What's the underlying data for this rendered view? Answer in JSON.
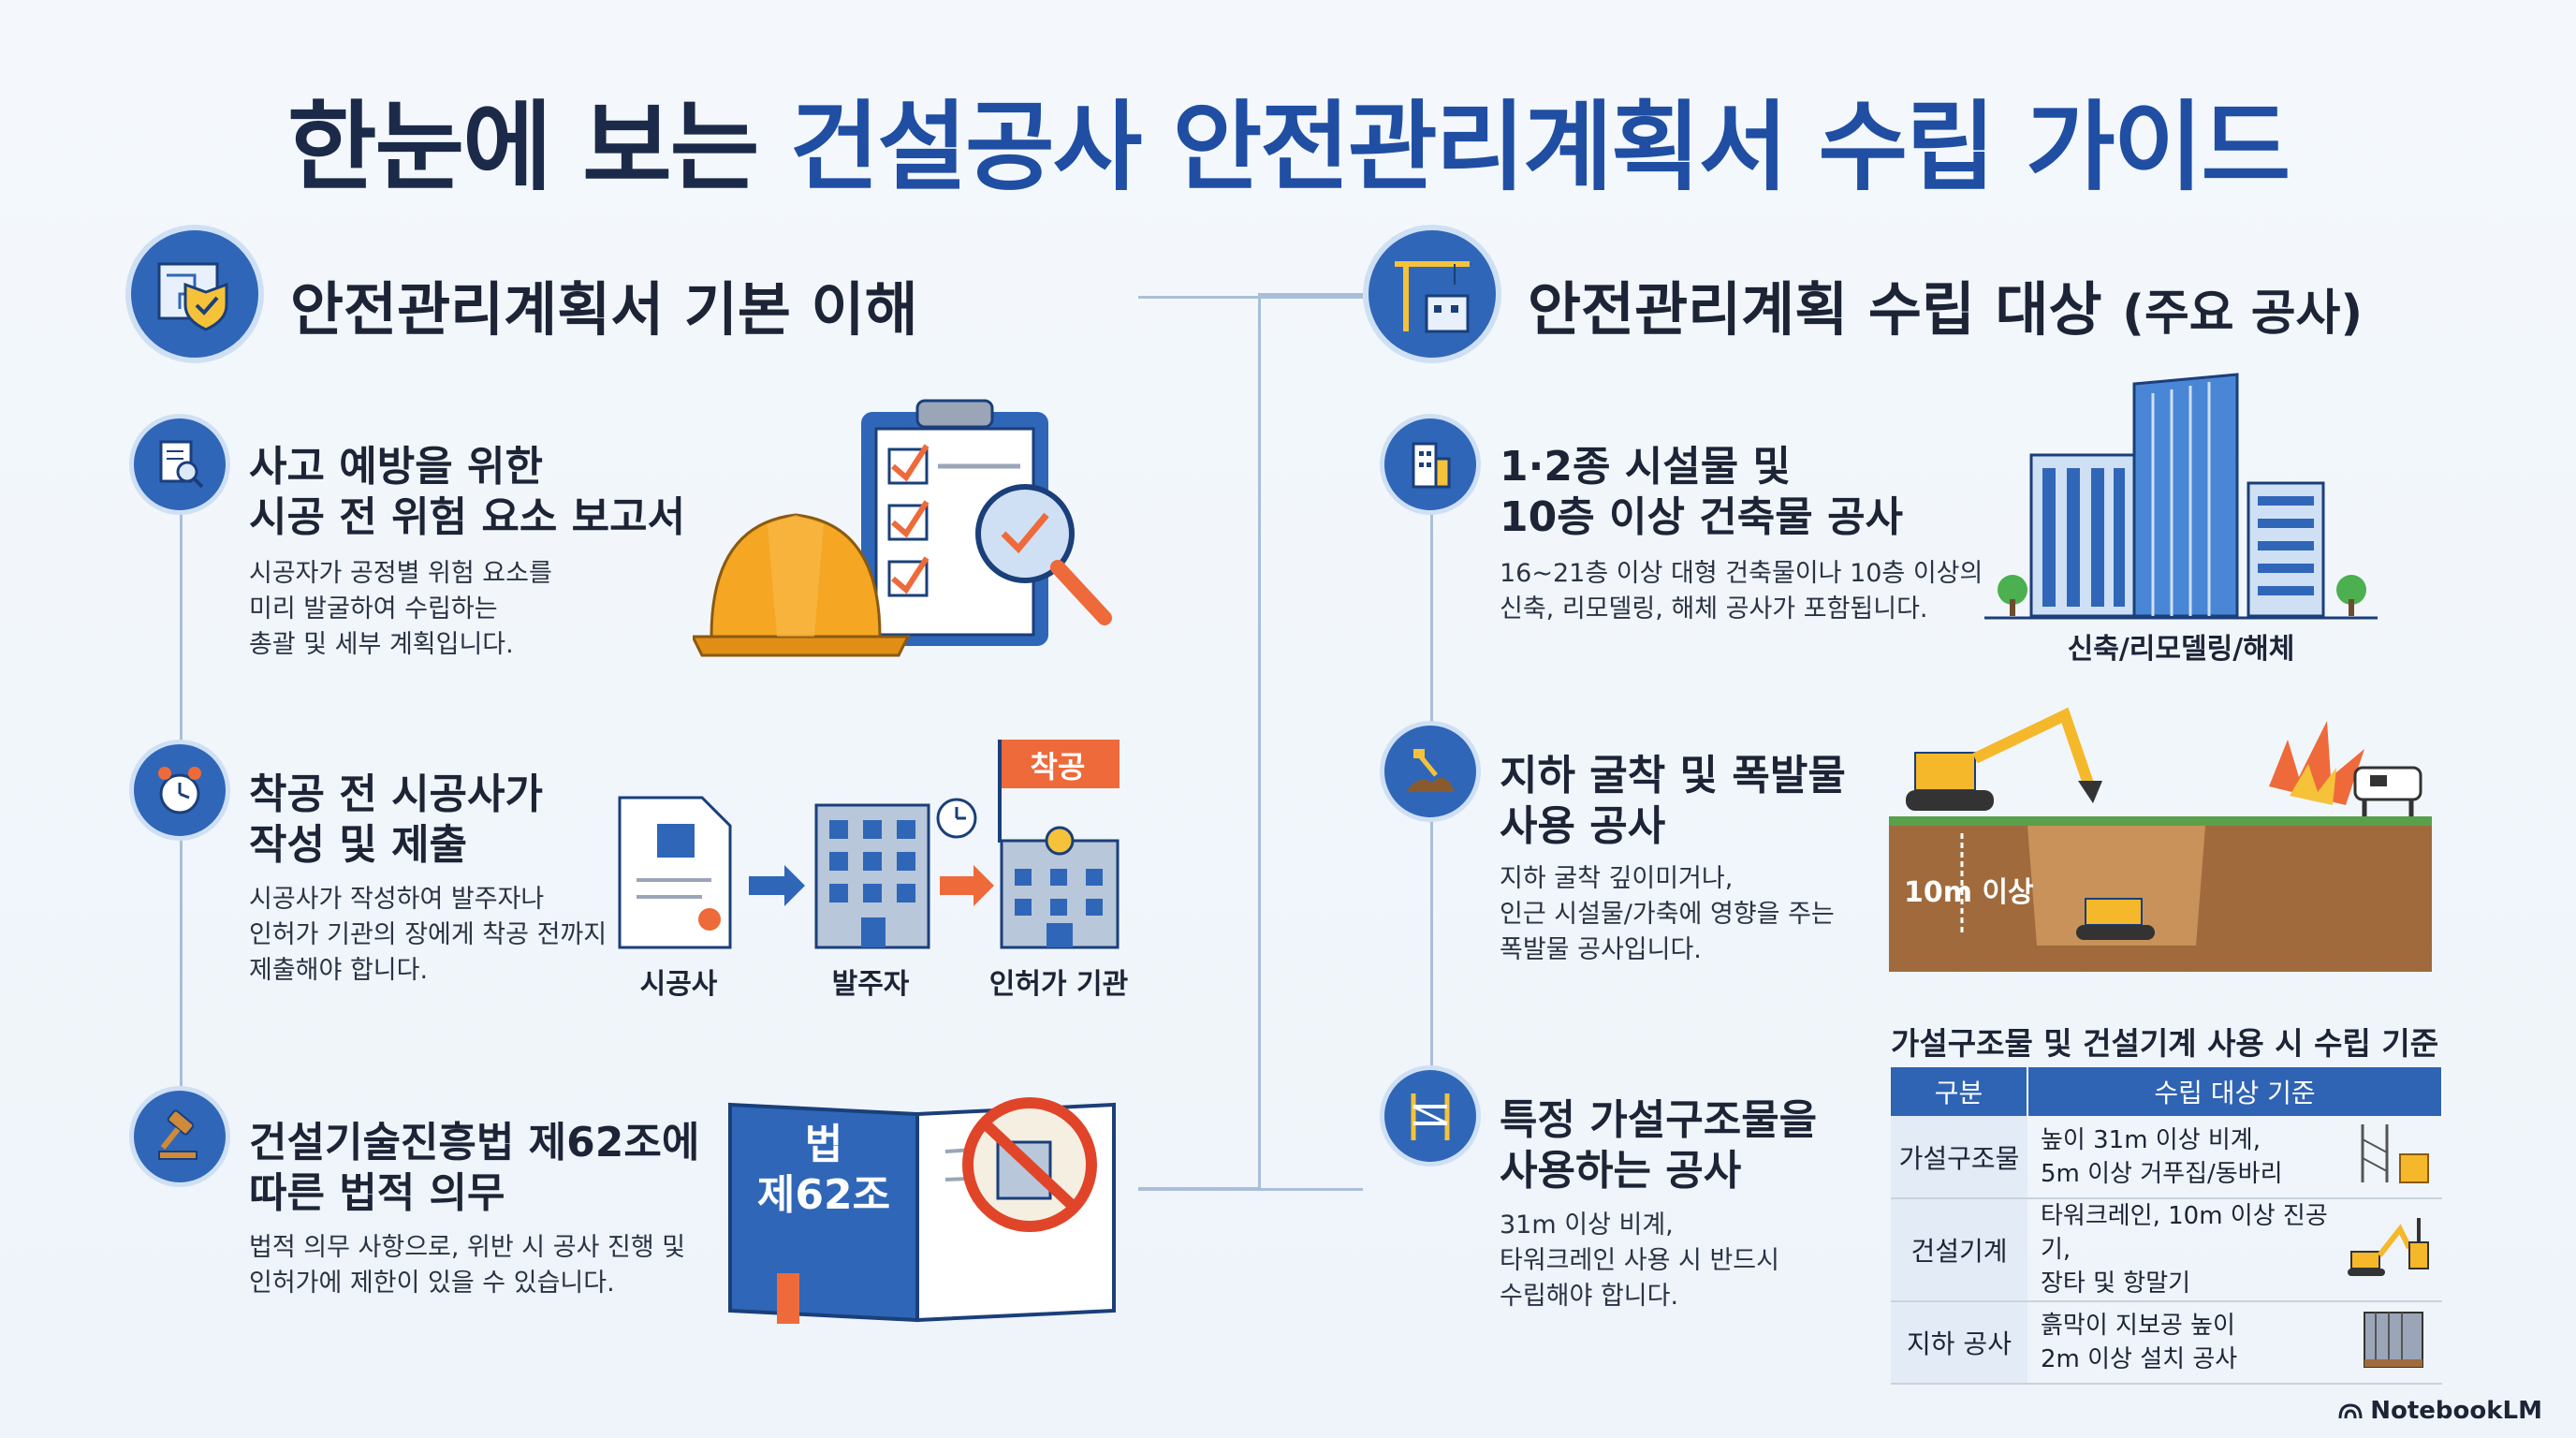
{
  "title": {
    "plain": "한눈에 보는 ",
    "accent": "건설공사 안전관리계획서 수립 가이드"
  },
  "left": {
    "title": "안전관리계획서 기본 이해",
    "items": [
      {
        "head1": "사고 예방을 위한",
        "head2": "시공 전 위험 요소 보고서",
        "body1": "시공자가 공정별 위험 요소를",
        "body2": "미리 발굴하여 수립하는",
        "body3": "총괄 및 세부 계획입니다."
      },
      {
        "head1": "착공 전 시공사가",
        "head2": "작성 및 제출",
        "body1": "시공사가 작성하여 발주자나",
        "body2": "인허가 기관의 장에게 착공 전까지",
        "body3": "제출해야 합니다."
      },
      {
        "head1": "건설기술진흥법 제62조에",
        "head2": "따른 법적 의무",
        "body1": "법적 의무 사항으로, 위반 시 공사 진행 및",
        "body2": "인허가에 제한이 있을 수 있습니다."
      }
    ],
    "flow": {
      "flag": "착공",
      "labels": [
        "시공사",
        "발주자",
        "인허가 기관"
      ]
    },
    "book": {
      "line1": "법",
      "line2": "제62조"
    }
  },
  "right": {
    "title": "안전관리계획 수립 대상",
    "title_paren": "(주요 공사)",
    "items": [
      {
        "head1": "1·2종 시설물 및",
        "head2": "10층 이상 건축물 공사",
        "body1": "16~21층 이상 대형 건축물이나 10층 이상의",
        "body2": "신축, 리모델링, 해체 공사가 포함됩니다."
      },
      {
        "head1": "지하 굴착 및 폭발물",
        "head2": "사용 공사",
        "body1": "지하 굴착 깊이미거나,",
        "body2": "인근 시설물/가축에 영향을 주는",
        "body3": "폭발물 공사입니다."
      },
      {
        "head1": "특정 가설구조물을",
        "head2": "사용하는 공사",
        "body1": "31m 이상 비계,",
        "body2": "타워크레인 사용 시 반드시",
        "body3": "수립해야 합니다."
      }
    ],
    "building_caption": "신축/리모델링/해체",
    "depth_label": "10m 이상"
  },
  "table": {
    "title": "가설구조물 및 건설기계 사용 시 수립 기준 상세",
    "headers": [
      "구분",
      "수립 대상 기준"
    ],
    "rows": [
      {
        "cat": "가설구조물",
        "line1": "높이 31m 이상 비계,",
        "line2": "5m 이상 거푸집/동바리"
      },
      {
        "cat": "건설기계",
        "line1": "타워크레인, 10m 이상 진공기,",
        "line2": "장타 및 항말기"
      },
      {
        "cat": "지하 공사",
        "line1": "흙막이 지보공 높이",
        "line2": "2m 이상 설치 공사"
      }
    ]
  },
  "brand": "NotebookLM",
  "colors": {
    "primary": "#2f66b8",
    "title": "#1c2a4a",
    "accent": "#1f4ea3",
    "flag": "#ee6a3a",
    "helmet": "#f5a623"
  }
}
